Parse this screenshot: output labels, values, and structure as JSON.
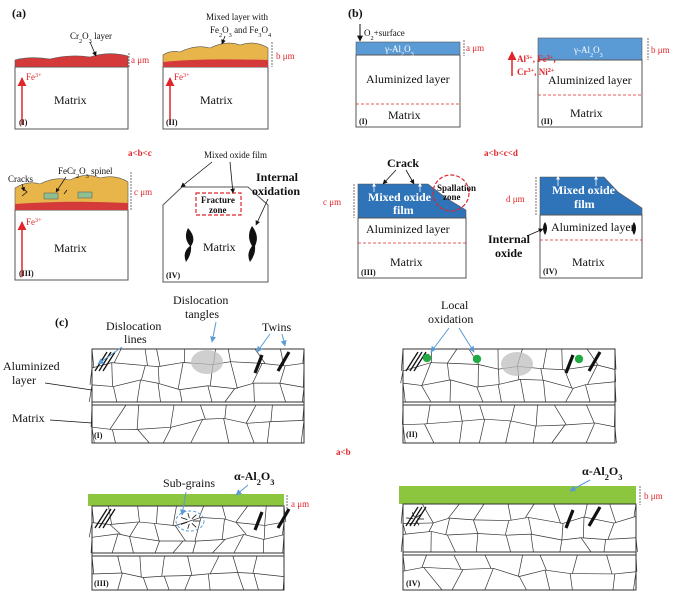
{
  "panel_a": {
    "label": "(a)",
    "relation": "a<b<c",
    "I": {
      "numeral": "(I)",
      "matrix": "Matrix",
      "ion": "Fe3+",
      "layer_label": "Cr2O3 layer",
      "thickness": "a μm"
    },
    "II": {
      "numeral": "(II)",
      "matrix": "Matrix",
      "ion": "Fe3+",
      "layer_label_1": "Mixed layer with",
      "layer_label_2": "Fe2O3 and Fe3O4",
      "thickness": "b μm"
    },
    "III": {
      "numeral": "(III)",
      "matrix": "Matrix",
      "ion": "Fe3+",
      "cracks": "Cracks",
      "spinel": "FeCr2O3 spinel",
      "thickness": "c μm"
    },
    "IV": {
      "numeral": "(IV)",
      "matrix": "Matrix",
      "film": "Mixed oxide film",
      "fracture_1": "Fracture",
      "fracture_2": "zone",
      "internal_1": "Internal",
      "internal_2": "oxidation"
    }
  },
  "panel_b": {
    "label": "(b)",
    "relation": "a<b<c<d",
    "I": {
      "numeral": "(I)",
      "o2": "O2+surface",
      "oxide": "γ-Al2O3",
      "layer": "Aluminized layer",
      "matrix": "Matrix",
      "thickness": "a μm"
    },
    "II": {
      "numeral": "(II)",
      "oxide": "γ-Al2O3",
      "layer": "Aluminized layer",
      "matrix": "Matrix",
      "thickness": "b μm",
      "ions_1": "Al3+, Fe3+,",
      "ions_2": "Cr3+, Ni2+"
    },
    "III": {
      "numeral": "(III)",
      "crack": "Crack",
      "oxide_1": "Mixed oxide",
      "oxide_2": "film",
      "spall_1": "Spallation",
      "spall_2": "zone",
      "layer": "Aluminized layer",
      "matrix": "Matrix",
      "thickness": "c μm"
    },
    "IV": {
      "numeral": "(IV)",
      "oxide_1": "Mixed oxide",
      "oxide_2": "film",
      "layer": "Aluminized layer",
      "matrix": "Matrix",
      "thickness": "d μm",
      "internal_1": "Internal",
      "internal_2": "oxide"
    }
  },
  "panel_c": {
    "label": "(c)",
    "relation": "a<b",
    "dislocation_lines_1": "Dislocation",
    "dislocation_lines_2": "lines",
    "dislocation_tangles_1": "Dislocation",
    "dislocation_tangles_2": "tangles",
    "twins": "Twins",
    "aluminized_1": "Aluminized",
    "aluminized_2": "layer",
    "matrix": "Matrix",
    "local_ox_1": "Local",
    "local_ox_2": "oxidation",
    "sub_grains": "Sub-grains",
    "alpha_oxide": "α-Al2O3",
    "thickness_a": "a μm",
    "thickness_b": "b μm",
    "numerals": [
      "(I)",
      "(II)",
      "(III)",
      "(IV)"
    ]
  },
  "colors": {
    "red_text": "#e0262a",
    "cr2o3_layer": "#d43a3a",
    "mixed_layer": "#e8b54a",
    "gamma_alumina": "#5b9bd5",
    "mixed_oxide": "#2f73b8",
    "alpha_alumina": "#8cc63f",
    "local_oxidation_dot": "#22aa44"
  }
}
